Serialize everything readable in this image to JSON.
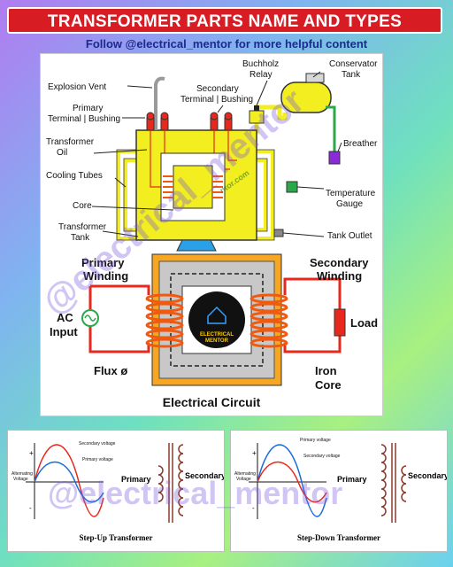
{
  "header": {
    "title": "TRANSFORMER PARTS NAME AND TYPES",
    "subtitle": "Follow @electrical_mentor for more helpful content"
  },
  "parts": {
    "explosion_vent": "Explosion Vent",
    "primary_terminal_l1": "Primary",
    "primary_terminal_l2": "Terminal | Bushing",
    "secondary_terminal_l1": "Secondary",
    "secondary_terminal_l2": "Terminal | Bushing",
    "buchholz_l1": "Buchholz",
    "buchholz_l2": "Relay",
    "conservator_l1": "Conservator",
    "conservator_l2": "Tank",
    "transformer_oil_l1": "Transformer",
    "transformer_oil_l2": "Oil",
    "breather": "Breather",
    "cooling_tubes": "Cooling Tubes",
    "temperature_gauge_l1": "Temperature",
    "temperature_gauge_l2": "Gauge",
    "core": "Core",
    "transformer_tank_l1": "Transformer",
    "transformer_tank_l2": "Tank",
    "tank_outlet": "Tank Outlet"
  },
  "circuit": {
    "primary_winding_l1": "Primary",
    "primary_winding_l2": "Winding",
    "secondary_winding_l1": "Secondary",
    "secondary_winding_l2": "Winding",
    "ac_input_l1": "AC",
    "ac_input_l2": "Input",
    "load": "Load",
    "flux": "Flux ø",
    "iron_core_l1": "Iron",
    "iron_core_l2": "Core",
    "caption": "Electrical Circuit",
    "logo_l1": "ELECTRICAL",
    "logo_l2": "MENTOR"
  },
  "step_up": {
    "secondary_voltage": "Secondary voltage",
    "primary_voltage": "Primary voltage",
    "axis_label_l1": "Alternating",
    "axis_label_l2": "Voltage",
    "plus": "+",
    "minus": "-",
    "primary": "Primary",
    "secondary": "Secondary",
    "caption": "Step-Up Transformer"
  },
  "step_down": {
    "primary_voltage": "Primary voltage",
    "secondary_voltage": "Secondary voltage",
    "axis_label_l1": "Alternating",
    "axis_label_l2": "Voltage",
    "plus": "+",
    "minus": "-",
    "primary": "Primary",
    "secondary": "Secondary",
    "caption": "Step-Down Transformer"
  },
  "watermark": {
    "text": "@electrical_mentor",
    "small": "ntor.com"
  },
  "colors": {
    "title_red": "#d81c24",
    "tank_yellow": "#f2ee1f",
    "winding_orange": "#f05a10",
    "circuit_red": "#e8281c",
    "breather_purple": "#8a2ad8",
    "gauge_green": "#2aa84a"
  }
}
